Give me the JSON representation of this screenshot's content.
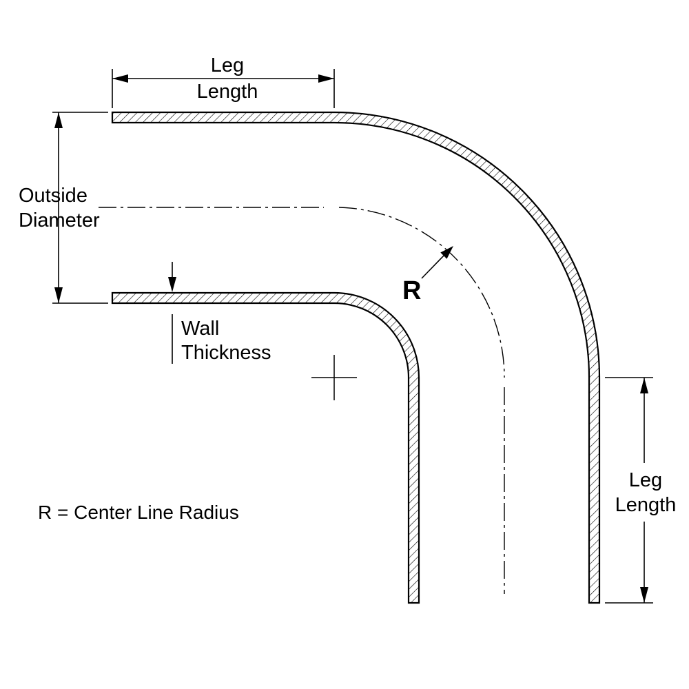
{
  "labels": {
    "leg_length_top": {
      "line1": "Leg",
      "line2": "Length"
    },
    "outside_diameter": {
      "line1": "Outside",
      "line2": "Diameter",
      "color": "#ff0000"
    },
    "wall_thickness": {
      "line1": "Wall",
      "line2": "Thickness"
    },
    "radius": {
      "symbol": "R"
    },
    "radius_note": "R = Center Line Radius",
    "leg_length_right": {
      "line1": "Leg",
      "line2": "Length"
    }
  },
  "colors": {
    "line": "#000000",
    "accent": "#ff0000",
    "background": "#ffffff"
  }
}
